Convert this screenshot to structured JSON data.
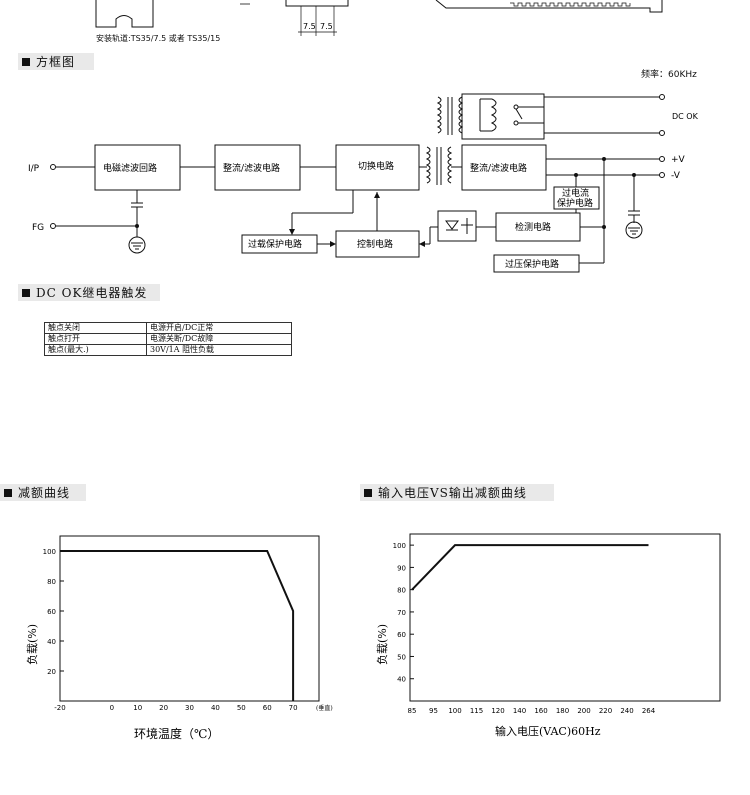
{
  "top": {
    "rail_note": "安装轨道:TS35/7.5 或者 TS35/15",
    "dim_left": "7.5",
    "dim_right": "7.5"
  },
  "block_diagram": {
    "heading": "方框图",
    "frequency": "频率：60KHz",
    "input_label": "I/P",
    "fg_label": "FG",
    "emi_filter": "电磁滤波回路",
    "rectifier_1": "整流/滤波电路",
    "switching": "切换电路",
    "rectifier_2": "整流/滤波电路",
    "overload": "过载保护电路",
    "control": "控制电路",
    "detection": "检测电路",
    "overcurrent": [
      "过电流",
      "保护电路"
    ],
    "overvoltage": "过压保护电路",
    "dc_ok": "DC OK",
    "plus_v": "+V",
    "minus_v": "-V"
  },
  "relay": {
    "heading": "DC OK继电器触发",
    "rows": [
      [
        "触点关闭",
        "电源开启/DC正常"
      ],
      [
        "触点打开",
        "电源关断/DC故障"
      ],
      [
        "触点(最大.)",
        "30V/1A 阻性负载"
      ]
    ]
  },
  "derating": {
    "heading": "减额曲线",
    "ylabel": "负载(%)",
    "xlabel": "环境温度（℃）",
    "unit_note": "(垂直)",
    "x_ticks": [
      "-20",
      "0",
      "10",
      "20",
      "30",
      "40",
      "50",
      "60",
      "70"
    ],
    "y_ticks": [
      "100",
      "80",
      "60",
      "40",
      "20"
    ]
  },
  "input_derating": {
    "heading": "输入电压VS输出减额曲线",
    "ylabel": "负载(%)",
    "xlabel": "输入电压(VAC)60Hz",
    "x_ticks": [
      "85",
      "95",
      "100",
      "115",
      "120",
      "140",
      "160",
      "180",
      "200",
      "220",
      "240",
      "264"
    ],
    "y_ticks": [
      "100",
      "90",
      "80",
      "70",
      "60",
      "50",
      "40"
    ]
  },
  "chart_data": [
    {
      "type": "line",
      "title": "减额曲线",
      "xlabel": "环境温度（℃）",
      "ylabel": "负载(%)",
      "x": [
        -20,
        60,
        70,
        70
      ],
      "y": [
        100,
        100,
        60,
        0
      ],
      "xlim": [
        -20,
        80
      ],
      "ylim": [
        0,
        110
      ],
      "grid": false
    },
    {
      "type": "line",
      "title": "输入电压VS输出减额曲线",
      "xlabel": "输入电压(VAC)60Hz",
      "ylabel": "负载(%)",
      "x": [
        85,
        100,
        264
      ],
      "y": [
        80,
        100,
        100
      ],
      "ylim": [
        30,
        105
      ],
      "grid": false
    }
  ]
}
